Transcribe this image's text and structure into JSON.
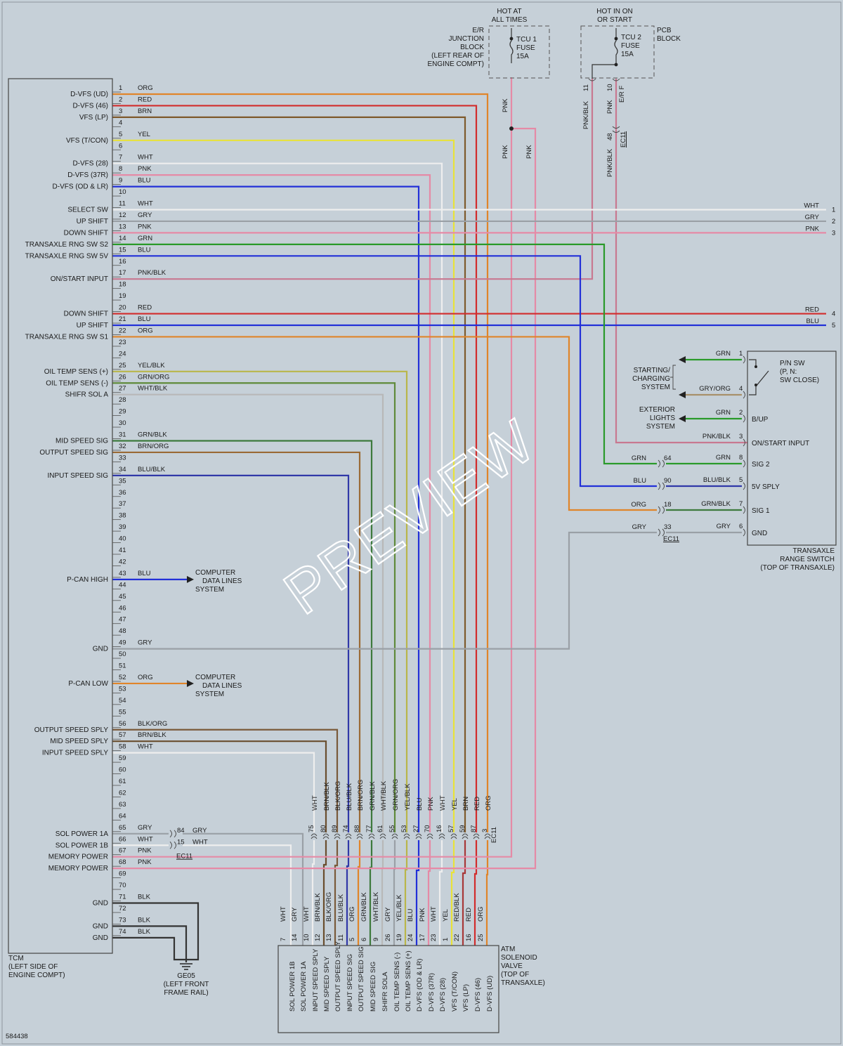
{
  "colors": {
    "background": "#c6d0d8",
    "ORG": "#e0852a",
    "RED": "#d22c2c",
    "BRN": "#7e5a2c",
    "YEL": "#e8e23a",
    "WHT": "#eeeeee",
    "PNK": "#e58aa6",
    "BLU": "#2230d8",
    "GRY": "#9aa0a6",
    "GRN": "#2a9a2a",
    "PNK/BLK": "#c87890",
    "YEL/BLK": "#b9b64a",
    "GRN/ORG": "#5f8a3a",
    "WHT/BLK": "#b8b8b8",
    "GRN/BLK": "#3d7a3d",
    "BRN/ORG": "#9a6a36",
    "BLU/BLK": "#3038a8",
    "BLK/ORG": "#7a5a3a",
    "BRN/BLK": "#6a4e2e",
    "BLK": "#333333",
    "RED/BLK": "#a83838",
    "GRY/ORG": "#a8906a",
    "BLU/BLK2": "#3038a8"
  },
  "watermark": "PREVIEW",
  "figure_id": "584438",
  "tcm": {
    "title_lines": [
      "TCM",
      "(LEFT SIDE OF",
      "ENGINE COMPT)"
    ],
    "pins": [
      {
        "n": "1",
        "wire": "ORG",
        "label": "D-VFS (UD)"
      },
      {
        "n": "2",
        "wire": "RED",
        "label": "D-VFS (46)"
      },
      {
        "n": "3",
        "wire": "BRN",
        "label": "VFS (LP)"
      },
      {
        "n": "4",
        "wire": "",
        "label": ""
      },
      {
        "n": "5",
        "wire": "YEL",
        "label": "VFS (T/CON)"
      },
      {
        "n": "6",
        "wire": "",
        "label": ""
      },
      {
        "n": "7",
        "wire": "WHT",
        "label": "D-VFS (28)"
      },
      {
        "n": "8",
        "wire": "PNK",
        "label": "D-VFS (37R)"
      },
      {
        "n": "9",
        "wire": "BLU",
        "label": "D-VFS (OD & LR)"
      },
      {
        "n": "10",
        "wire": "",
        "label": ""
      },
      {
        "n": "11",
        "wire": "WHT",
        "label": "SELECT SW"
      },
      {
        "n": "12",
        "wire": "GRY",
        "label": "UP SHIFT"
      },
      {
        "n": "13",
        "wire": "PNK",
        "label": "DOWN SHIFT"
      },
      {
        "n": "14",
        "wire": "GRN",
        "label": "TRANSAXLE RNG SW S2"
      },
      {
        "n": "15",
        "wire": "BLU",
        "label": "TRANSAXLE RNG SW 5V"
      },
      {
        "n": "16",
        "wire": "",
        "label": ""
      },
      {
        "n": "17",
        "wire": "PNK/BLK",
        "label": "ON/START INPUT"
      },
      {
        "n": "18",
        "wire": "",
        "label": ""
      },
      {
        "n": "19",
        "wire": "",
        "label": ""
      },
      {
        "n": "20",
        "wire": "RED",
        "label": "DOWN SHIFT"
      },
      {
        "n": "21",
        "wire": "BLU",
        "label": "UP SHIFT"
      },
      {
        "n": "22",
        "wire": "ORG",
        "label": "TRANSAXLE RNG SW S1"
      },
      {
        "n": "23",
        "wire": "",
        "label": ""
      },
      {
        "n": "24",
        "wire": "",
        "label": ""
      },
      {
        "n": "25",
        "wire": "YEL/BLK",
        "label": "OIL TEMP SENS (+)"
      },
      {
        "n": "26",
        "wire": "GRN/ORG",
        "label": "OIL TEMP SENS (-)"
      },
      {
        "n": "27",
        "wire": "WHT/BLK",
        "label": "SHIFR SOL A"
      },
      {
        "n": "28",
        "wire": "",
        "label": ""
      },
      {
        "n": "29",
        "wire": "",
        "label": ""
      },
      {
        "n": "30",
        "wire": "",
        "label": ""
      },
      {
        "n": "31",
        "wire": "GRN/BLK",
        "label": "MID SPEED SIG"
      },
      {
        "n": "32",
        "wire": "BRN/ORG",
        "label": "OUTPUT SPEED SIG"
      },
      {
        "n": "33",
        "wire": "",
        "label": ""
      },
      {
        "n": "34",
        "wire": "BLU/BLK",
        "label": "INPUT SPEED SIG"
      },
      {
        "n": "35",
        "wire": "",
        "label": ""
      },
      {
        "n": "36",
        "wire": "",
        "label": ""
      },
      {
        "n": "37",
        "wire": "",
        "label": ""
      },
      {
        "n": "38",
        "wire": "",
        "label": ""
      },
      {
        "n": "39",
        "wire": "",
        "label": ""
      },
      {
        "n": "40",
        "wire": "",
        "label": ""
      },
      {
        "n": "41",
        "wire": "",
        "label": ""
      },
      {
        "n": "42",
        "wire": "",
        "label": ""
      },
      {
        "n": "43",
        "wire": "BLU",
        "label": "P-CAN HIGH"
      },
      {
        "n": "44",
        "wire": "",
        "label": ""
      },
      {
        "n": "45",
        "wire": "",
        "label": ""
      },
      {
        "n": "46",
        "wire": "",
        "label": ""
      },
      {
        "n": "47",
        "wire": "",
        "label": ""
      },
      {
        "n": "48",
        "wire": "",
        "label": ""
      },
      {
        "n": "49",
        "wire": "GRY",
        "label": "GND"
      },
      {
        "n": "50",
        "wire": "",
        "label": ""
      },
      {
        "n": "51",
        "wire": "",
        "label": ""
      },
      {
        "n": "52",
        "wire": "ORG",
        "label": "P-CAN LOW"
      },
      {
        "n": "53",
        "wire": "",
        "label": ""
      },
      {
        "n": "54",
        "wire": "",
        "label": ""
      },
      {
        "n": "55",
        "wire": "",
        "label": ""
      },
      {
        "n": "56",
        "wire": "BLK/ORG",
        "label": "OUTPUT SPEED SPLY"
      },
      {
        "n": "57",
        "wire": "BRN/BLK",
        "label": "MID SPEED SPLY"
      },
      {
        "n": "58",
        "wire": "WHT",
        "label": "INPUT SPEED SPLY"
      },
      {
        "n": "59",
        "wire": "",
        "label": ""
      },
      {
        "n": "60",
        "wire": "",
        "label": ""
      },
      {
        "n": "61",
        "wire": "",
        "label": ""
      },
      {
        "n": "62",
        "wire": "",
        "label": ""
      },
      {
        "n": "63",
        "wire": "",
        "label": ""
      },
      {
        "n": "64",
        "wire": "",
        "label": ""
      },
      {
        "n": "65",
        "wire": "GRY",
        "label": "SOL POWER 1A"
      },
      {
        "n": "66",
        "wire": "WHT",
        "label": "SOL POWER 1B"
      },
      {
        "n": "67",
        "wire": "PNK",
        "label": "MEMORY POWER"
      },
      {
        "n": "68",
        "wire": "PNK",
        "label": "MEMORY POWER"
      },
      {
        "n": "69",
        "wire": "",
        "label": ""
      },
      {
        "n": "70",
        "wire": "",
        "label": ""
      },
      {
        "n": "71",
        "wire": "BLK",
        "label": "GND"
      },
      {
        "n": "72",
        "wire": "",
        "label": ""
      },
      {
        "n": "73",
        "wire": "BLK",
        "label": "GND"
      },
      {
        "n": "74",
        "wire": "BLK",
        "label": "GND"
      }
    ]
  },
  "fuse_ertop": {
    "header_lines": [
      "HOT AT",
      "ALL TIMES"
    ],
    "side_lines": [
      "E/R",
      "JUNCTION",
      "BLOCK",
      "(LEFT REAR OF",
      "ENGINE COMPT)"
    ],
    "fuse_lines": [
      "TCU 1",
      "FUSE",
      "15A"
    ],
    "wire_a": "PNK",
    "wire_b": "PNK",
    "wire_c": "PNK"
  },
  "fuse_pcb": {
    "header_lines": [
      "HOT IN ON",
      "OR START"
    ],
    "side_lines": [
      "PCB",
      "BLOCK"
    ],
    "fuse_lines": [
      "TCU 2",
      "FUSE",
      "15A"
    ],
    "pin_a": "11",
    "pin_b": "10",
    "pin_c": "E/R F",
    "wire_a": "PNK/BLK",
    "wire_b": "PNK",
    "pin_d": "48",
    "conn": "EC11",
    "wire_d": "PNK/BLK"
  },
  "right_ends": [
    {
      "color": "WHT",
      "n": "1"
    },
    {
      "color": "GRY",
      "n": "2"
    },
    {
      "color": "PNK",
      "n": "3"
    },
    {
      "color": "RED",
      "n": "4"
    },
    {
      "color": "BLU",
      "n": "5"
    }
  ],
  "computer_data": [
    "COMPUTER",
    "DATA LINES",
    "SYSTEM"
  ],
  "trs": {
    "title_lines": [
      "TRANSAXLE",
      "RANGE SWITCH",
      "(TOP OF TRANSAXLE)"
    ],
    "pnsw_lines": [
      "P/N SW",
      "(P, N:",
      "SW CLOSE)"
    ],
    "starting_lines": [
      "STARTING/",
      "CHARGING",
      "SYSTEM"
    ],
    "exterior_lines": [
      "EXTERIOR",
      "LIGHTS",
      "SYSTEM"
    ],
    "rows": [
      {
        "wire": "GRN",
        "pin": "1",
        "label": ""
      },
      {
        "wire": "GRY/ORG",
        "pin": "4",
        "label": ""
      },
      {
        "wire": "GRN",
        "pin": "2",
        "label": "B/UP"
      },
      {
        "wire": "PNK/BLK",
        "pin": "3",
        "label": "ON/START INPUT"
      },
      {
        "wire": "GRN",
        "pin": "8",
        "label": "SIG 2",
        "left_wire": "GRN",
        "conn_pin": "64"
      },
      {
        "wire": "BLU/BLK",
        "pin": "5",
        "label": "5V SPLY",
        "left_wire": "BLU",
        "conn_pin": "90"
      },
      {
        "wire": "GRN/BLK",
        "pin": "7",
        "label": "SIG 1",
        "left_wire": "ORG",
        "conn_pin": "18"
      },
      {
        "wire": "GRY",
        "pin": "6",
        "label": "GND",
        "left_wire": "GRY",
        "conn_pin": "33"
      }
    ],
    "conn": "EC11"
  },
  "ec11_left": {
    "rows": [
      {
        "pin": "84",
        "wire": "GRY"
      },
      {
        "pin": "15",
        "wire": "WHT"
      }
    ],
    "conn": "EC11"
  },
  "ground": {
    "lines": [
      "GE05",
      "(LEFT FRONT",
      "FRAME RAIL)"
    ]
  },
  "atm": {
    "title_lines": [
      "ATM",
      "SOLENOID",
      "VALVE",
      "(TOP OF",
      "TRANSAXLE)"
    ],
    "top_wires": [
      {
        "wire": "WHT",
        "pin": "75"
      },
      {
        "wire": "BRN/BLK",
        "pin": "80"
      },
      {
        "wire": "BLK/ORG",
        "pin": "89"
      },
      {
        "wire": "BLU/BLK",
        "pin": "74"
      },
      {
        "wire": "BRN/ORG",
        "pin": "88"
      },
      {
        "wire": "GRN/BLK",
        "pin": "77"
      },
      {
        "wire": "WHT/BLK",
        "pin": "61"
      },
      {
        "wire": "GRN/ORG",
        "pin": "55"
      },
      {
        "wire": "YEL/BLK",
        "pin": "53"
      },
      {
        "wire": "BLU",
        "pin": "27"
      },
      {
        "wire": "PNK",
        "pin": "70"
      },
      {
        "wire": "WHT",
        "pin": "16"
      },
      {
        "wire": "YEL",
        "pin": "57"
      },
      {
        "wire": "BRN",
        "pin": "59"
      },
      {
        "wire": "RED",
        "pin": "87"
      },
      {
        "wire": "ORG",
        "pin": "3"
      }
    ],
    "conn": "EC11",
    "bottom": [
      {
        "pin": "7",
        "wire": "WHT",
        "label": "SOL POWER 1B"
      },
      {
        "pin": "14",
        "wire": "GRY",
        "label": "SOL POWER 1A"
      },
      {
        "pin": "10",
        "wire": "WHT",
        "label": "INPUT SPEED SPLY"
      },
      {
        "pin": "12",
        "wire": "BRN/BLK",
        "label": "MID SPEED SPLY"
      },
      {
        "pin": "13",
        "wire": "BLK/ORG",
        "label": "OUTPUT SPEED SPLY"
      },
      {
        "pin": "11",
        "wire": "BLU/BLK",
        "label": "INPUT SPEED SIG"
      },
      {
        "pin": "5",
        "wire": "ORG",
        "label": "OUTPUT SPEED SIG"
      },
      {
        "pin": "6",
        "wire": "GRN/BLK",
        "label": "MID SPEED SIG"
      },
      {
        "pin": "9",
        "wire": "WHT/BLK",
        "label": "SHIFR SOLA"
      },
      {
        "pin": "26",
        "wire": "GRY",
        "label": "OIL TEMP SENS (-)"
      },
      {
        "pin": "19",
        "wire": "YEL/BLK",
        "label": "OIL TEMP SENS (+)"
      },
      {
        "pin": "24",
        "wire": "BLU",
        "label": "D-VFS (OD & LR)"
      },
      {
        "pin": "17",
        "wire": "PNK",
        "label": "D-VFS (37R)"
      },
      {
        "pin": "23",
        "wire": "WHT",
        "label": "D-VFS (28)"
      },
      {
        "pin": "1",
        "wire": "YEL",
        "label": "VFS (T/CON)"
      },
      {
        "pin": "22",
        "wire": "RED/BLK",
        "label": "VFS (LP)"
      },
      {
        "pin": "16",
        "wire": "RED",
        "label": "D-VFS (46)"
      },
      {
        "pin": "25",
        "wire": "ORG",
        "label": "D-VFS (UD)"
      }
    ]
  }
}
